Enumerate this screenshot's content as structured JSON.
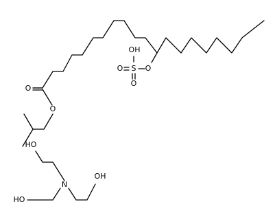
{
  "molecule": {
    "labels": {
      "oh_sulfo": "OH",
      "s": "S",
      "o_sulfo_top_left": "O",
      "o_sulfo_bottom": "O",
      "o_ether": "O",
      "o_carbonyl": "O",
      "o_ester": "O",
      "ho_top": "HO",
      "n": "N",
      "oh_right": "OH",
      "ho_bottom": "HO"
    }
  }
}
